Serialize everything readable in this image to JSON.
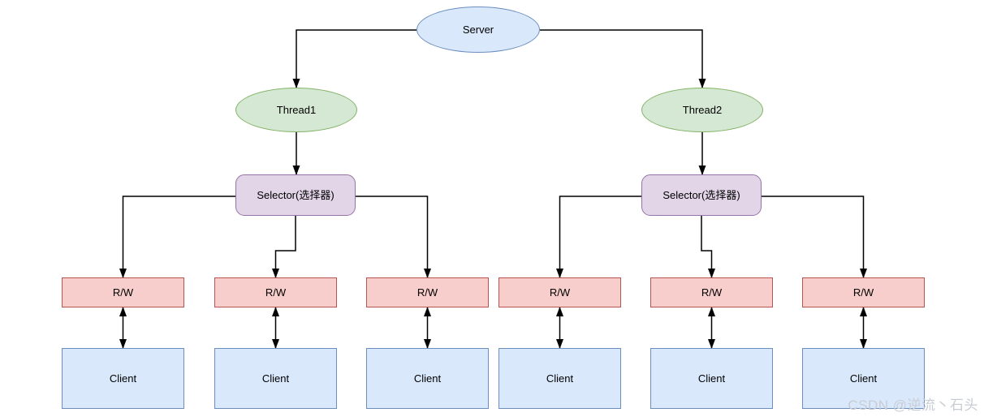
{
  "diagram": {
    "server": {
      "label": "Server"
    },
    "threads": [
      {
        "label": "Thread1"
      },
      {
        "label": "Thread2"
      }
    ],
    "selectors": [
      {
        "label": "Selector(选择器)"
      },
      {
        "label": "Selector(选择器)"
      }
    ],
    "rw_nodes": [
      {
        "label": "R/W"
      },
      {
        "label": "R/W"
      },
      {
        "label": "R/W"
      },
      {
        "label": "R/W"
      },
      {
        "label": "R/W"
      },
      {
        "label": "R/W"
      }
    ],
    "client_nodes": [
      {
        "label": "Client"
      },
      {
        "label": "Client"
      },
      {
        "label": "Client"
      },
      {
        "label": "Client"
      },
      {
        "label": "Client"
      },
      {
        "label": "Client"
      }
    ]
  },
  "watermark": {
    "text": "CSDN @逆流丶石头"
  },
  "colors": {
    "canvas": "#ffffff",
    "blue-fill": "#dae8fc",
    "blue-stroke": "#6c8ebf",
    "green-fill": "#d5e8d4",
    "green-stroke": "#82b366",
    "purple-fill": "#e1d5e7",
    "purple-stroke": "#9673a6",
    "red-fill": "#f8cecc",
    "red-stroke": "#b85450",
    "edge": "#000000",
    "text": "#000000",
    "watermark": "#c8cdd4"
  }
}
